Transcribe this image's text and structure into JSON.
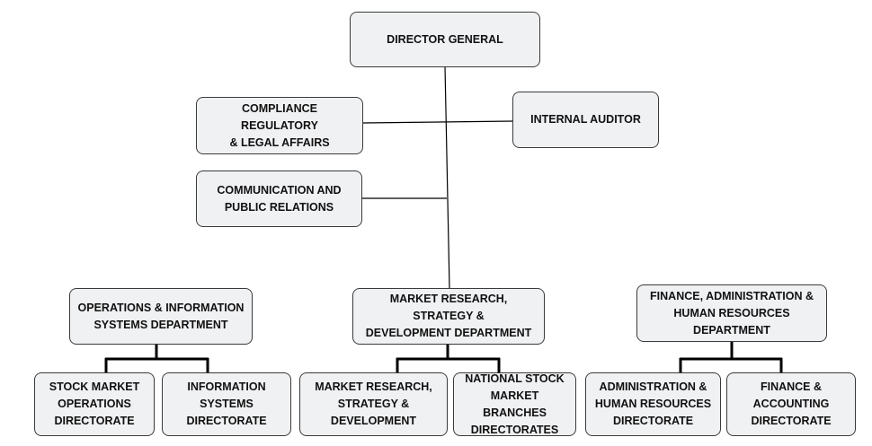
{
  "org": {
    "director_general": [
      "DIRECTOR GENERAL"
    ],
    "compliance": [
      "COMPLIANCE REGULATORY",
      "& LEGAL AFFAIRS"
    ],
    "internal_auditor": [
      "INTERNAL AUDITOR"
    ],
    "communication": [
      "COMMUNICATION AND",
      "PUBLIC RELATIONS"
    ],
    "operations_dept": [
      "OPERATIONS & INFORMATION",
      "SYSTEMS DEPARTMENT"
    ],
    "market_dept": [
      "MARKET RESEARCH, STRATEGY &",
      "DEVELOPMENT DEPARTMENT"
    ],
    "finance_dept": [
      "FINANCE, ADMINISTRATION &",
      "HUMAN RESOURCES",
      "DEPARTMENT"
    ],
    "stock_ops": [
      "STOCK MARKET",
      "OPERATIONS",
      "DIRECTORATE"
    ],
    "info_systems": [
      "INFORMATION",
      "SYSTEMS",
      "DIRECTORATE"
    ],
    "market_research": [
      "MARKET RESEARCH,",
      "STRATEGY &",
      "DEVELOPMENT"
    ],
    "national_branches": [
      "NATIONAL STOCK",
      "MARKET BRANCHES",
      "DIRECTORATES"
    ],
    "admin_hr": [
      "ADMINISTRATION &",
      "HUMAN RESOURCES",
      "DIRECTORATE"
    ],
    "finance_accounting": [
      "FINANCE &",
      "ACCOUNTING",
      "DIRECTORATE"
    ]
  }
}
